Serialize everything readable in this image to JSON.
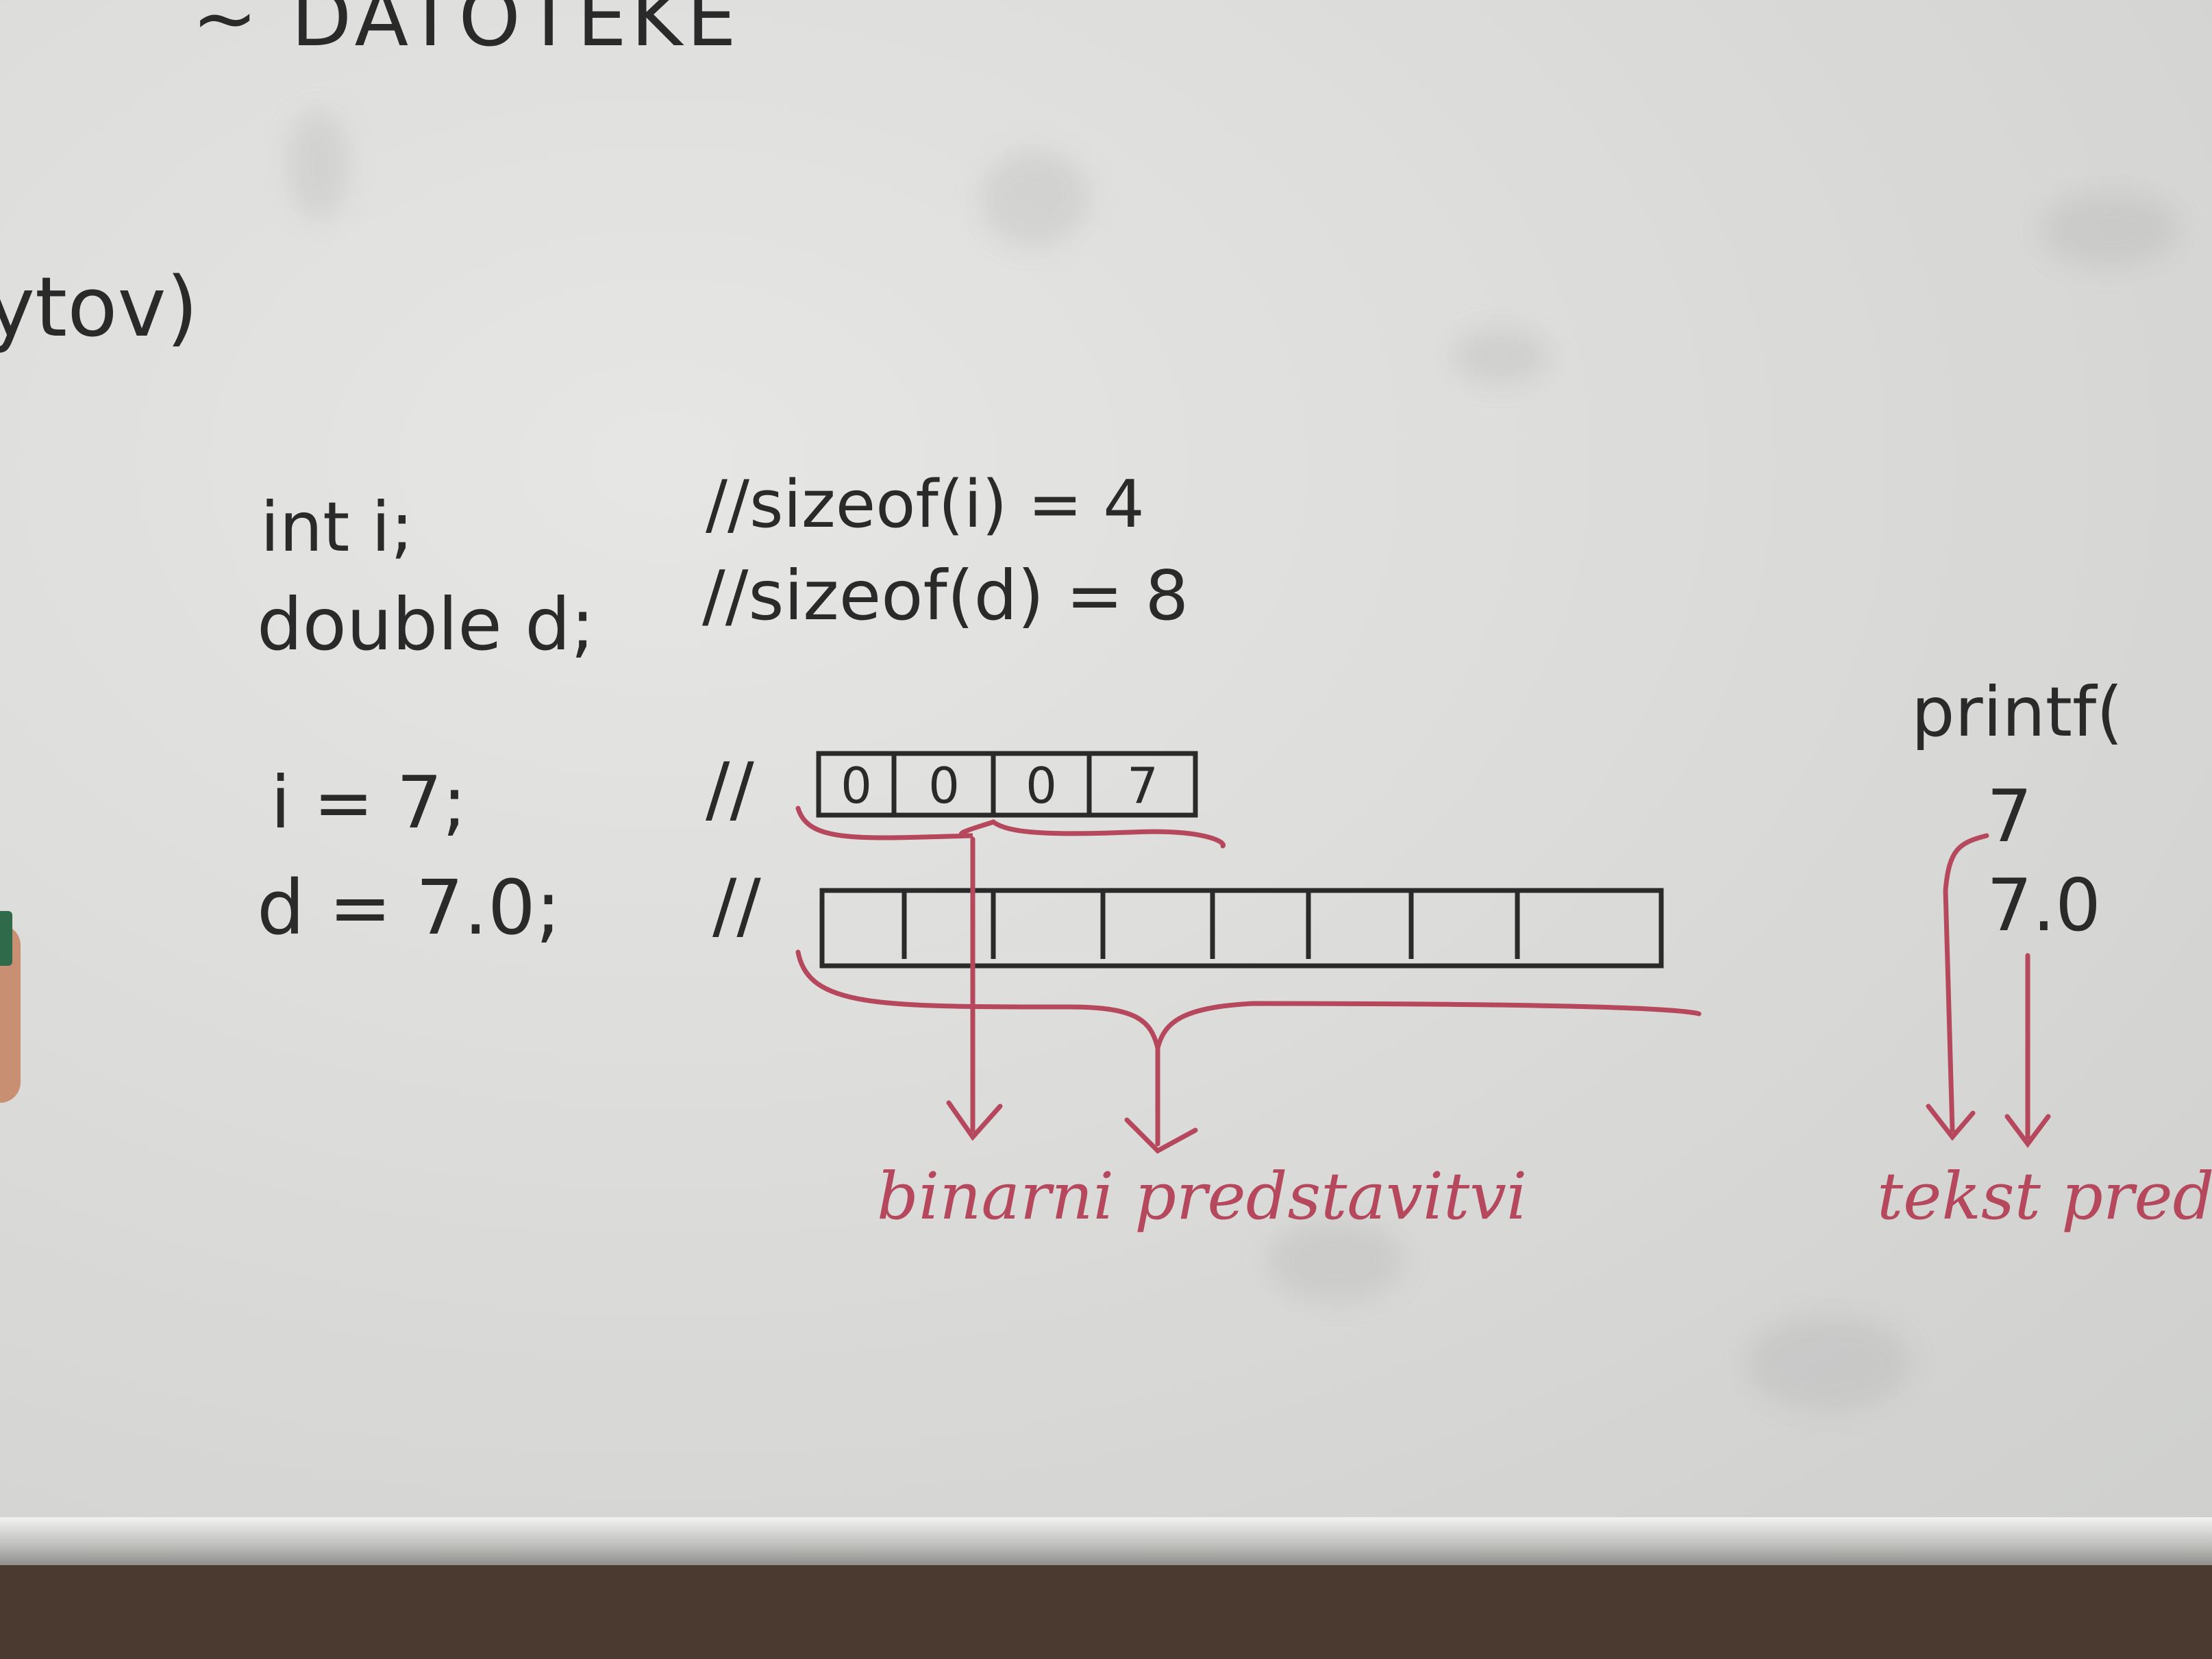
{
  "board": {
    "title": "~ DATOTEKE",
    "partial_left": "ytov)",
    "lines": {
      "int_decl": "int i;",
      "int_comment": "//sizeof(i) = 4",
      "double_decl": "double d;",
      "double_comment": "//sizeof(d) = 8",
      "int_assign": "i = 7;",
      "int_assign_comment": "//",
      "double_assign": "d = 7.0;",
      "double_assign_comment": "//"
    },
    "int_bytes": [
      "0",
      "0",
      "0",
      "7"
    ],
    "double_bytes": [
      "",
      "",
      "",
      "",
      "",
      "",
      "",
      ""
    ],
    "printf_label": "printf(",
    "printf_values": [
      "7",
      "7.0"
    ],
    "binary_caption": "binarni predstavitvi",
    "text_caption": "tekst preds"
  },
  "colors": {
    "board": "#dcdcda",
    "black_ink": "#2a2a2a",
    "red_ink": "#b5485c"
  }
}
